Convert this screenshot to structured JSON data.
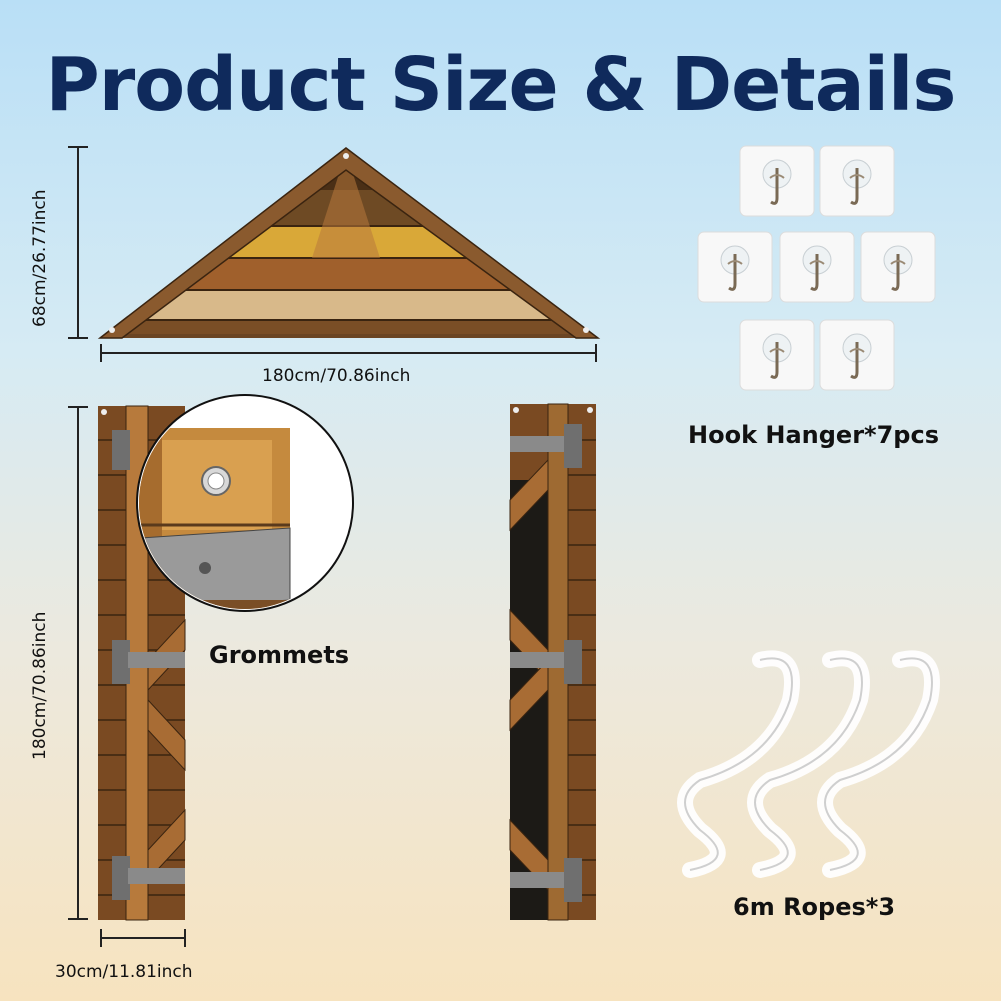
{
  "title": "Product Size & Details",
  "dimensions": {
    "triangle_height": "68cm/26.77inch",
    "triangle_width": "180cm/70.86inch",
    "panel_height": "180cm/70.86inch",
    "panel_width": "30cm/11.81inch"
  },
  "accessories": {
    "hooks_label": "Hook Hanger*7pcs",
    "grommets_label": "Grommets",
    "ropes_label": "6m Ropes*3"
  },
  "colors": {
    "title": "#0f2a5c",
    "wood_dark": "#5a3a1c",
    "wood_mid": "#8b5a2b",
    "wood_light": "#c89a5c",
    "wood_yellow": "#d8a634"
  },
  "icons": [
    "hook-icon",
    "grommet-icon",
    "rope-icon",
    "hinge-icon"
  ]
}
